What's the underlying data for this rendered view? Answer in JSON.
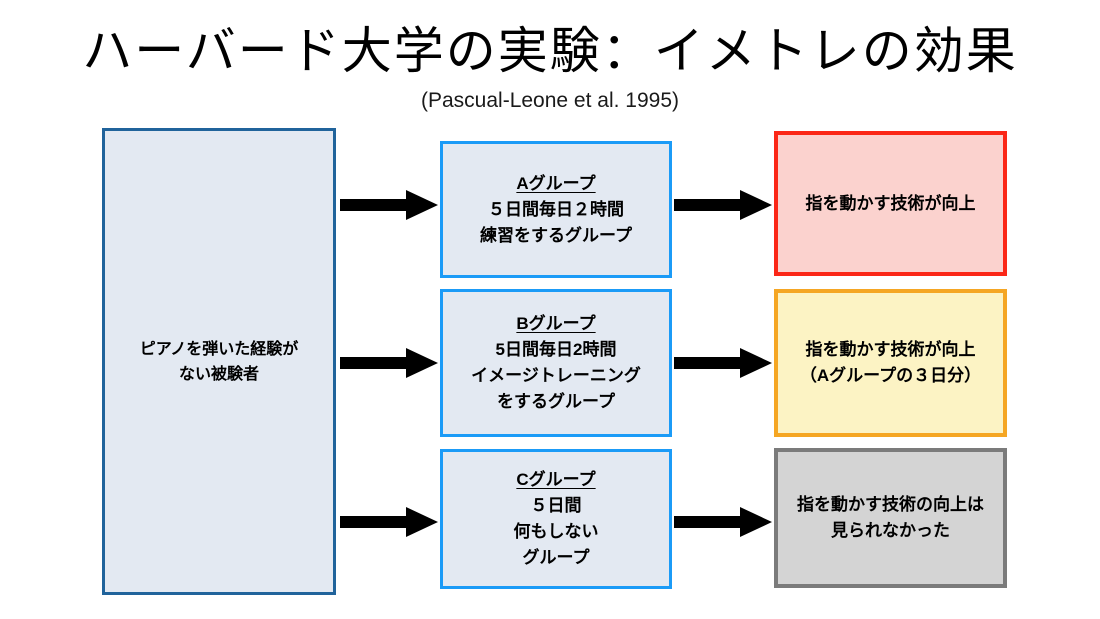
{
  "slide": {
    "title": "ハーバード大学の実験：イメトレの効果",
    "subtitle": "(Pascual-Leone et al. 1995)",
    "background_color": "#ffffff"
  },
  "subject_box": {
    "lines": [
      "ピアノを弾いた経験が",
      "ない被験者"
    ],
    "fill_color": "#e3e9f2",
    "border_color": "#20639b"
  },
  "groups": [
    {
      "id": "A",
      "heading": "Aグループ",
      "lines": [
        "５日間毎日２時間",
        "練習をするグループ"
      ],
      "fill_color": "#e3e9f2",
      "border_color": "#1b9bf7"
    },
    {
      "id": "B",
      "heading": "Bグループ",
      "lines": [
        "5日間毎日2時間",
        "イメージトレーニング",
        "をするグループ"
      ],
      "fill_color": "#e3e9f2",
      "border_color": "#1b9bf7"
    },
    {
      "id": "C",
      "heading": "Cグループ",
      "lines": [
        "５日間",
        "何もしない",
        "グループ"
      ],
      "fill_color": "#e3e9f2",
      "border_color": "#1b9bf7"
    }
  ],
  "results": [
    {
      "id": "A",
      "lines": [
        "指を動かす技術が向上"
      ],
      "fill_color": "#fbd2ce",
      "border_color": "#fb2717"
    },
    {
      "id": "B",
      "lines": [
        "指を動かす技術が向上",
        "（Aグループの３日分）"
      ],
      "fill_color": "#fcf3c4",
      "border_color": "#f5a623"
    },
    {
      "id": "C",
      "lines": [
        "指を動かす技術の向上は",
        "見られなかった"
      ],
      "fill_color": "#d4d4d4",
      "border_color": "#7b7b7b"
    }
  ],
  "arrows": {
    "color": "#000000",
    "direction": "right",
    "count": 6
  }
}
